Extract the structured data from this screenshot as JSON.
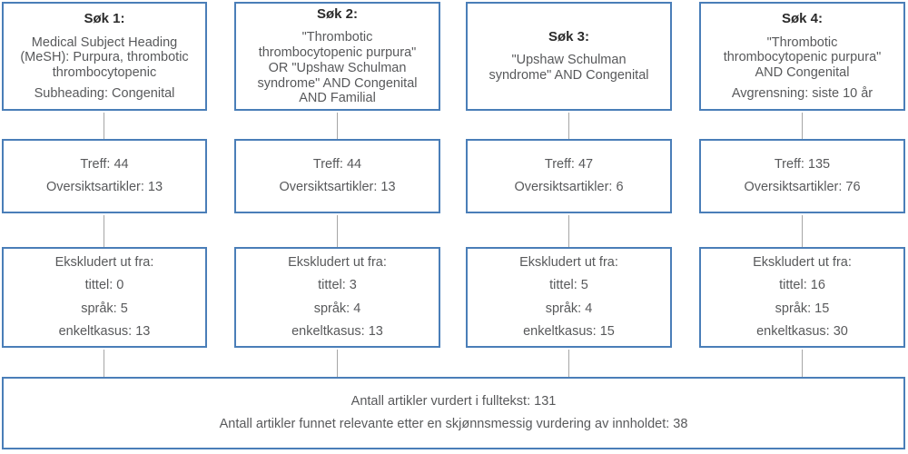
{
  "diagram": {
    "colors": {
      "box_border": "#4a7eb8",
      "connector_line": "#a6a6a6",
      "heading_text": "#2b2b2b",
      "body_text": "#58595b",
      "background": "#ffffff"
    },
    "columns": [
      {
        "search": {
          "title": "Søk 1:",
          "paragraphs": [
            "Medical Subject Heading (MeSH): Purpura, thrombotic thrombocytopenic",
            "Subheading: Congenital"
          ]
        },
        "results": {
          "lines": [
            "Treff: 44",
            "Oversiktsartikler: 13"
          ]
        },
        "excluded": {
          "lines": [
            "Ekskludert ut fra:",
            "tittel: 0",
            "språk: 5",
            "enkeltkasus: 13"
          ]
        }
      },
      {
        "search": {
          "title": "Søk 2:",
          "paragraphs": [
            "\"Thrombotic thrombocytopenic purpura\" OR \"Upshaw Schulman syndrome\" AND Congenital AND Familial"
          ]
        },
        "results": {
          "lines": [
            "Treff: 44",
            "Oversiktsartikler: 13"
          ]
        },
        "excluded": {
          "lines": [
            "Ekskludert ut fra:",
            "tittel: 3",
            "språk: 4",
            "enkeltkasus: 13"
          ]
        }
      },
      {
        "search": {
          "title": "Søk 3:",
          "paragraphs": [
            "\"Upshaw Schulman syndrome\" AND Congenital"
          ]
        },
        "results": {
          "lines": [
            "Treff: 47",
            "Oversiktsartikler: 6"
          ]
        },
        "excluded": {
          "lines": [
            "Ekskludert ut fra:",
            "tittel: 5",
            "språk: 4",
            "enkeltkasus: 15"
          ]
        }
      },
      {
        "search": {
          "title": "Søk 4:",
          "paragraphs": [
            "\"Thrombotic thrombocytopenic purpura\" AND Congenital",
            "Avgrensning: siste 10 år"
          ]
        },
        "results": {
          "lines": [
            "Treff: 135",
            "Oversiktsartikler: 76"
          ]
        },
        "excluded": {
          "lines": [
            "Ekskludert ut fra:",
            "tittel: 16",
            "språk: 15",
            "enkeltkasus: 30"
          ]
        }
      }
    ],
    "summary": {
      "lines": [
        "Antall artikler vurdert i fulltekst: 131",
        "Antall artikler funnet relevante etter en skjønnsmessig vurdering av innholdet: 38"
      ]
    }
  }
}
